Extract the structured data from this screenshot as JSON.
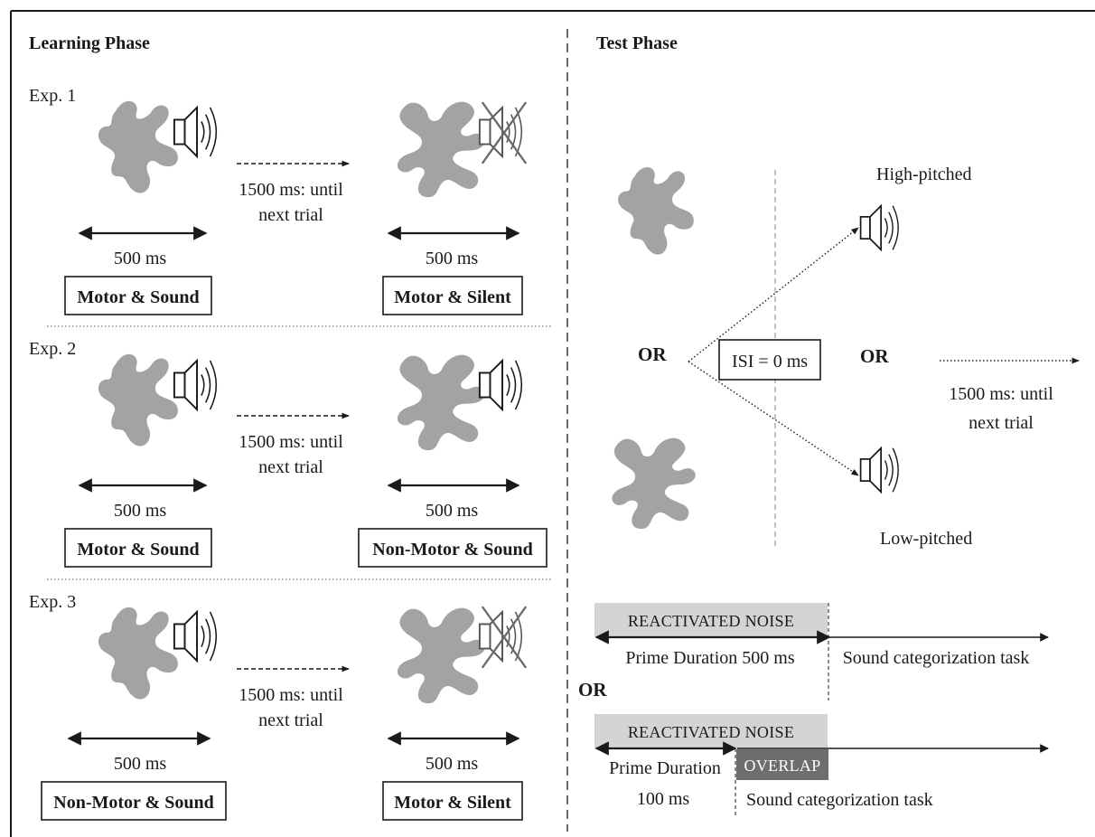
{
  "learning": {
    "title": "Learning Phase",
    "experiments": [
      {
        "label": "Exp. 1",
        "duration_left": "500 ms",
        "duration_right": "500 ms",
        "iti_line1": "1500 ms: until",
        "iti_line2": "next trial",
        "box_left": "Motor & Sound",
        "box_right": "Motor & Silent",
        "speaker_right": "muted-speaker-icon"
      },
      {
        "label": "Exp. 2",
        "duration_left": "500 ms",
        "duration_right": "500 ms",
        "iti_line1": "1500 ms: until",
        "iti_line2": "next trial",
        "box_left": "Motor & Sound",
        "box_right": "Non-Motor & Sound",
        "speaker_right": "speaker-icon"
      },
      {
        "label": "Exp. 3",
        "duration_left": "500 ms",
        "duration_right": "500 ms",
        "iti_line1": "1500 ms: until",
        "iti_line2": "next trial",
        "box_left": "Non-Motor & Sound",
        "box_right": "Motor & Silent",
        "speaker_right": "muted-speaker-icon"
      }
    ]
  },
  "test": {
    "title": "Test Phase",
    "high_label": "High-pitched",
    "low_label": "Low-pitched",
    "or_left": "OR",
    "or_right": "OR",
    "isi": "ISI = 0 ms",
    "iti_line1": "1500 ms: until",
    "iti_line2": "next trial",
    "timeline1": {
      "noise": "REACTIVATED NOISE",
      "prime": "Prime Duration 500 ms",
      "task": "Sound categorization task"
    },
    "or_between": "OR",
    "timeline2": {
      "noise": "REACTIVATED NOISE",
      "prime_line1": "Prime Duration",
      "prime_line2": "100 ms",
      "overlap": "OVERLAP",
      "task": "Sound categorization task"
    }
  },
  "colors": {
    "shape": "#a3a3a3",
    "noise_bar": "#d4d4d4",
    "overlap": "#6e6e6e",
    "ink": "#1a1a1a"
  }
}
